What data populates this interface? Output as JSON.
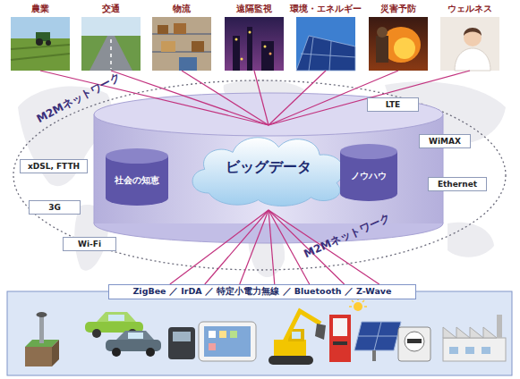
{
  "diagram": {
    "nodes": [
      {
        "text": [
          "農業"
        ]
      },
      {
        "text": [
          "交通"
        ]
      },
      {
        "text": [
          "物流"
        ]
      },
      {
        "text": [
          "遠隔監視"
        ]
      },
      {
        "text": [
          "環境・エネルギー"
        ]
      },
      {
        "text": [
          "災害予防"
        ]
      },
      {
        "text": [
          "ウェルネス"
        ]
      },
      {
        "text": [
          "LTE"
        ]
      },
      {
        "text": [
          "WiMAX"
        ]
      },
      {
        "text": [
          "xDSL, FTTH"
        ]
      },
      {
        "text": [
          "社会の知恵"
        ]
      },
      {
        "text": [
          "ビッグデータ"
        ]
      },
      {
        "text": [
          "ノウハウ"
        ]
      },
      {
        "text": [
          "Ethernet"
        ]
      },
      {
        "text": [
          "3G"
        ]
      },
      {
        "text": [
          "Wi-Fi"
        ]
      },
      {
        "text": [
          "ZigBee ／ IrDA ／ 特定小電力無線 ／ Bluetooth ／ Z-Wave"
        ]
      }
    ],
    "edges": [
      {
        "from": 0,
        "to": 11,
        "arrow": "none"
      },
      {
        "from": 1,
        "to": 11,
        "arrow": "none"
      },
      {
        "from": 2,
        "to": 11,
        "arrow": "none"
      },
      {
        "from": 3,
        "to": 11,
        "arrow": "none"
      },
      {
        "from": 4,
        "to": 11,
        "arrow": "none"
      },
      {
        "from": 5,
        "to": 11,
        "arrow": "none"
      },
      {
        "from": 6,
        "to": 11,
        "arrow": "none"
      },
      {
        "from": 16,
        "to": 11,
        "arrow": "none"
      },
      {
        "from": 16,
        "to": 11,
        "arrow": "none"
      },
      {
        "from": 16,
        "to": 11,
        "arrow": "none"
      },
      {
        "from": 16,
        "to": 11,
        "arrow": "none"
      },
      {
        "from": 16,
        "to": 11,
        "arrow": "none"
      },
      {
        "from": 16,
        "to": 11,
        "arrow": "none"
      },
      {
        "from": 16,
        "to": 11,
        "arrow": "none"
      }
    ],
    "labels": [
      "M2Mネットワーク",
      "M2Mネットワーク"
    ]
  }
}
